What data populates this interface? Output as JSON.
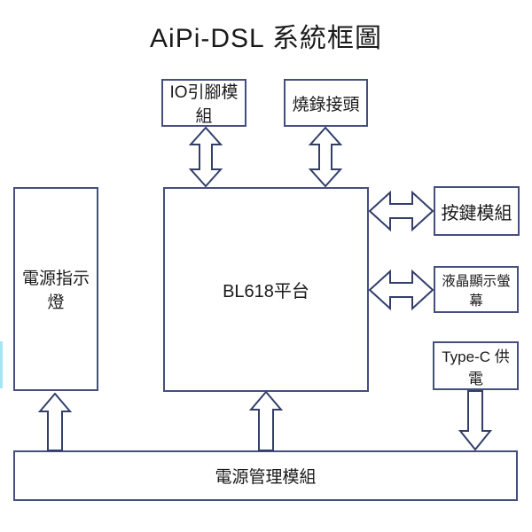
{
  "title": "AiPi-DSL 系統框圖",
  "colors": {
    "background": "#ffffff",
    "box_border": "#454f7e",
    "arrow_outline": "#333f6b",
    "text": "#1a1a1a",
    "left_edge_sliver": "#a5e6f2"
  },
  "blocks": {
    "io_pin": {
      "label": "IO引腳模組"
    },
    "burn_header": {
      "label": "燒錄接頭"
    },
    "power_led": {
      "label": "電源指示燈"
    },
    "bl618": {
      "label": "BL618平台"
    },
    "key_module": {
      "label": "按鍵模組"
    },
    "lcd_screen": {
      "label": "液晶顯示螢幕"
    },
    "typec_power": {
      "label": "Type-C 供電"
    },
    "power_mgmt": {
      "label": "電源管理模組"
    }
  },
  "connections": [
    {
      "from": "bl618",
      "to": "io_pin",
      "type": "bidirectional"
    },
    {
      "from": "bl618",
      "to": "burn_header",
      "type": "bidirectional"
    },
    {
      "from": "bl618",
      "to": "key_module",
      "type": "bidirectional"
    },
    {
      "from": "bl618",
      "to": "lcd_screen",
      "type": "bidirectional"
    },
    {
      "from": "power_mgmt",
      "to": "power_led",
      "type": "unidirectional"
    },
    {
      "from": "power_mgmt",
      "to": "bl618",
      "type": "unidirectional"
    },
    {
      "from": "typec_power",
      "to": "power_mgmt",
      "type": "unidirectional"
    }
  ]
}
